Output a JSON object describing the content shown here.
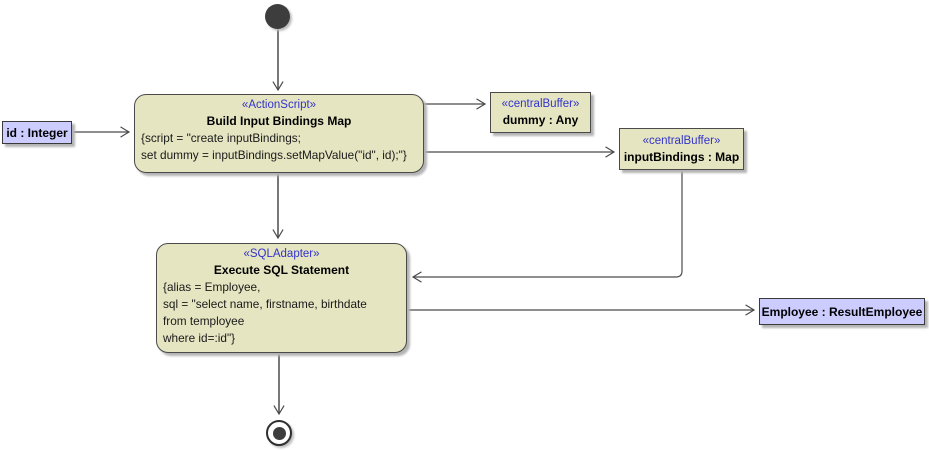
{
  "diagram": {
    "type": "uml-activity-diagram",
    "background_color": "#ffffff",
    "colors": {
      "action_fill": "#e5e5c2",
      "object_fill": "#ccccff",
      "stereotype_text": "#3333cc",
      "line": "#4a4a4a",
      "shadow": "#b4b4b4"
    },
    "nodes": {
      "initial": {
        "kind": "initial-node"
      },
      "action_build": {
        "stereotype": "«ActionScript»",
        "name": "Build Input Bindings Map",
        "body": [
          "{script = \"create inputBindings;",
          "set dummy = inputBindings.setMapValue(\"id\", id);\"}"
        ]
      },
      "id_object": {
        "label": "id : Integer"
      },
      "dummy_buffer": {
        "stereotype": "«centralBuffer»",
        "label": "dummy : Any"
      },
      "input_bindings_buffer": {
        "stereotype": "«centralBuffer»",
        "label": "inputBindings : Map"
      },
      "action_sql": {
        "stereotype": "«SQLAdapter»",
        "name": "Execute SQL Statement",
        "body": [
          "{alias = Employee,",
          "sql = \"select name, firstname, birthdate",
          "from temployee",
          "where id=:id\"}"
        ]
      },
      "employee_object": {
        "label": "Employee : ResultEmployee"
      },
      "final": {
        "kind": "activity-final-node"
      }
    },
    "edges": [
      {
        "from": "initial",
        "to": "action_build"
      },
      {
        "from": "id_object",
        "to": "action_build"
      },
      {
        "from": "action_build",
        "to": "dummy_buffer"
      },
      {
        "from": "action_build",
        "to": "input_bindings_buffer"
      },
      {
        "from": "action_build",
        "to": "action_sql"
      },
      {
        "from": "input_bindings_buffer",
        "to": "action_sql"
      },
      {
        "from": "action_sql",
        "to": "employee_object"
      },
      {
        "from": "action_sql",
        "to": "final"
      }
    ]
  }
}
